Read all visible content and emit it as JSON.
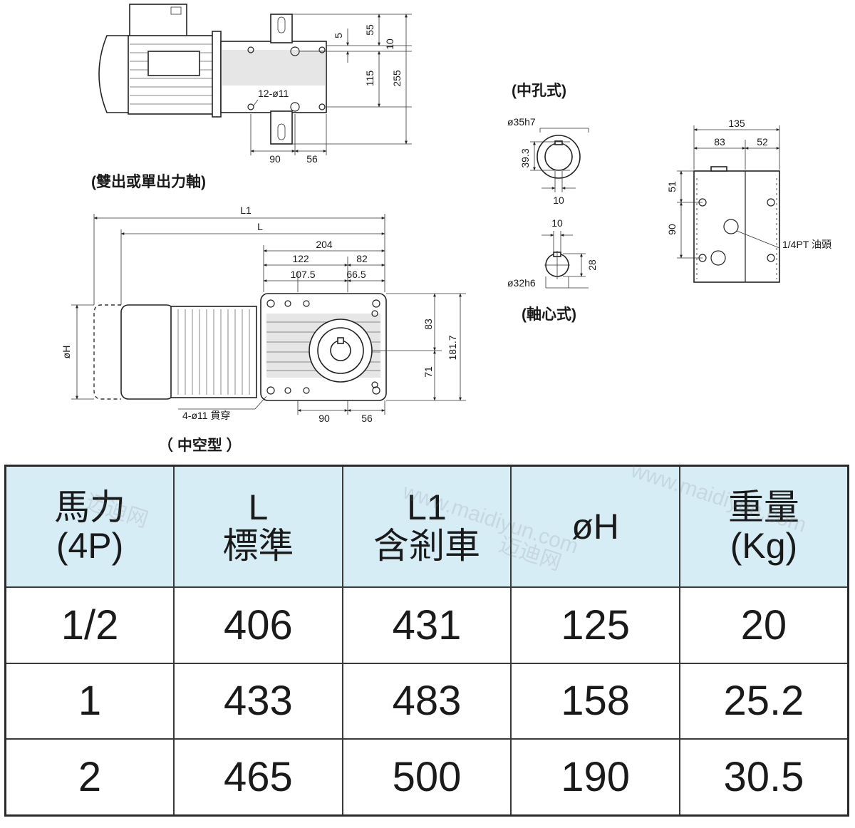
{
  "drawing": {
    "captions": {
      "double_or_single_shaft": "(雙出或單出力軸)",
      "hollow_type": "（ 中空型 ）",
      "center_hole_type": "(中孔式)",
      "shaft_type": "(軸心式)"
    },
    "side_view": {
      "dim_5": "5",
      "dim_55": "55",
      "dim_10": "10",
      "dim_115": "115",
      "dim_255": "255",
      "holes": "12-ø11",
      "dim_90": "90",
      "dim_56": "56"
    },
    "hollow_view": {
      "dim_L1": "L1",
      "dim_L": "L",
      "dim_204": "204",
      "dim_122": "122",
      "dim_82": "82",
      "dim_107_5": "107.5",
      "dim_66_5": "66.5",
      "dim_83": "83",
      "dim_71": "71",
      "dim_181_7": "181.7",
      "dim_oH": "øH",
      "holes": "4-ø11 貫穿",
      "dim_90": "90",
      "dim_56": "56"
    },
    "center_hole": {
      "bore": "ø35h7",
      "dim_39_3": "39.3",
      "dim_10": "10"
    },
    "shaft": {
      "dim_10": "10",
      "dim_28": "28",
      "shaft_dia": "ø32h6"
    },
    "end_view": {
      "dim_135": "135",
      "dim_83": "83",
      "dim_52": "52",
      "dim_51": "51",
      "dim_90": "90",
      "oil_plug": "1/4PT 油頭"
    }
  },
  "table": {
    "headers": [
      {
        "line1": "馬力",
        "line2": "(4P)"
      },
      {
        "line1": "L",
        "line2": "標準"
      },
      {
        "line1": "L1",
        "line2": "含剎車"
      },
      {
        "line1": "øH",
        "line2": ""
      },
      {
        "line1": "重量",
        "line2": "(Kg)"
      }
    ],
    "rows": [
      {
        "hp": "1/2",
        "L": "406",
        "L1": "431",
        "oH": "125",
        "weight": "20"
      },
      {
        "hp": "1",
        "L": "433",
        "L1": "483",
        "oH": "158",
        "weight": "25.2"
      },
      {
        "hp": "2",
        "L": "465",
        "L1": "500",
        "oH": "190",
        "weight": "30.5"
      }
    ]
  },
  "watermark": {
    "text_cn": "迈迪网",
    "text_url": "www.maidiyun.com"
  }
}
